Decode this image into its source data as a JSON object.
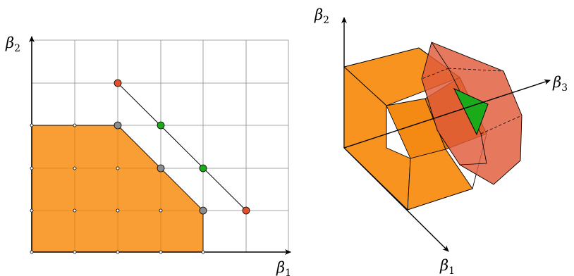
{
  "left_diagram": {
    "x_axis_label": "β",
    "x_axis_sub": "1",
    "y_axis_label": "β",
    "y_axis_sub": "2",
    "grid": true,
    "fill_color": "#f7931e",
    "gray_point_color": "#8c8c8c",
    "green_point_color": "#1aaa1a",
    "red_point_color": "#e0502a"
  },
  "right_diagram": {
    "axis1_label": "β",
    "axis1_sub": "1",
    "axis2_label": "β",
    "axis2_sub": "2",
    "axis3_label": "β",
    "axis3_sub": "3",
    "prism_color": "#f7931e",
    "plane_color": "#e05a3a",
    "triangle_color": "#1aaa1a"
  }
}
